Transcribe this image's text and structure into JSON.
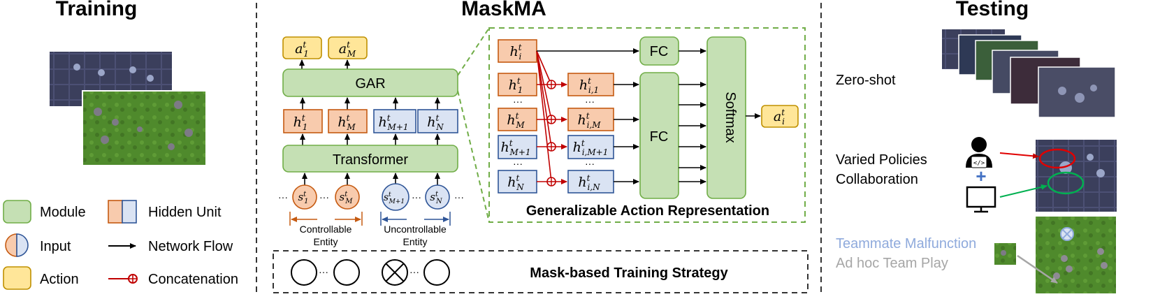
{
  "sections": {
    "training": "Training",
    "maskma": "MaskMA",
    "testing": "Testing"
  },
  "legend": {
    "module": "Module",
    "hidden_unit": "Hidden Unit",
    "input": "Input",
    "network_flow": "Network Flow",
    "action": "Action",
    "concatenation": "Concatenation"
  },
  "arch": {
    "gar": "GAR",
    "transformer": "Transformer",
    "fc_top": "FC",
    "fc_mid": "FC",
    "softmax": "Softmax",
    "controllable": [
      "Controllable",
      "Entity"
    ],
    "uncontrollable": [
      "Uncontrollable",
      "Entity"
    ],
    "gar_title": "Generalizable Action Representation",
    "mask_strategy": "Mask-based Training Strategy",
    "ellipsis": "···"
  },
  "testing": {
    "zero_shot": "Zero-shot",
    "varied": [
      "Varied Policies",
      "Collaboration"
    ],
    "malfunction": "Teammate Malfunction",
    "adhoc": "Ad hoc Team Play"
  },
  "colors": {
    "module_fill": "#c5e0b4",
    "hidden_fill": "#f8cbad",
    "uncontrolled_fill": "#dae3f3",
    "action_fill": "#ffe699",
    "concat_red": "#c00000",
    "malfunction_blue": "#8faadc",
    "adhoc_gray": "#a6a6a6"
  },
  "icons": [
    "screenshot-image",
    "person-coder-icon",
    "monitor-icon",
    "plus-icon",
    "mask-cross-icon",
    "arrow-icon"
  ]
}
